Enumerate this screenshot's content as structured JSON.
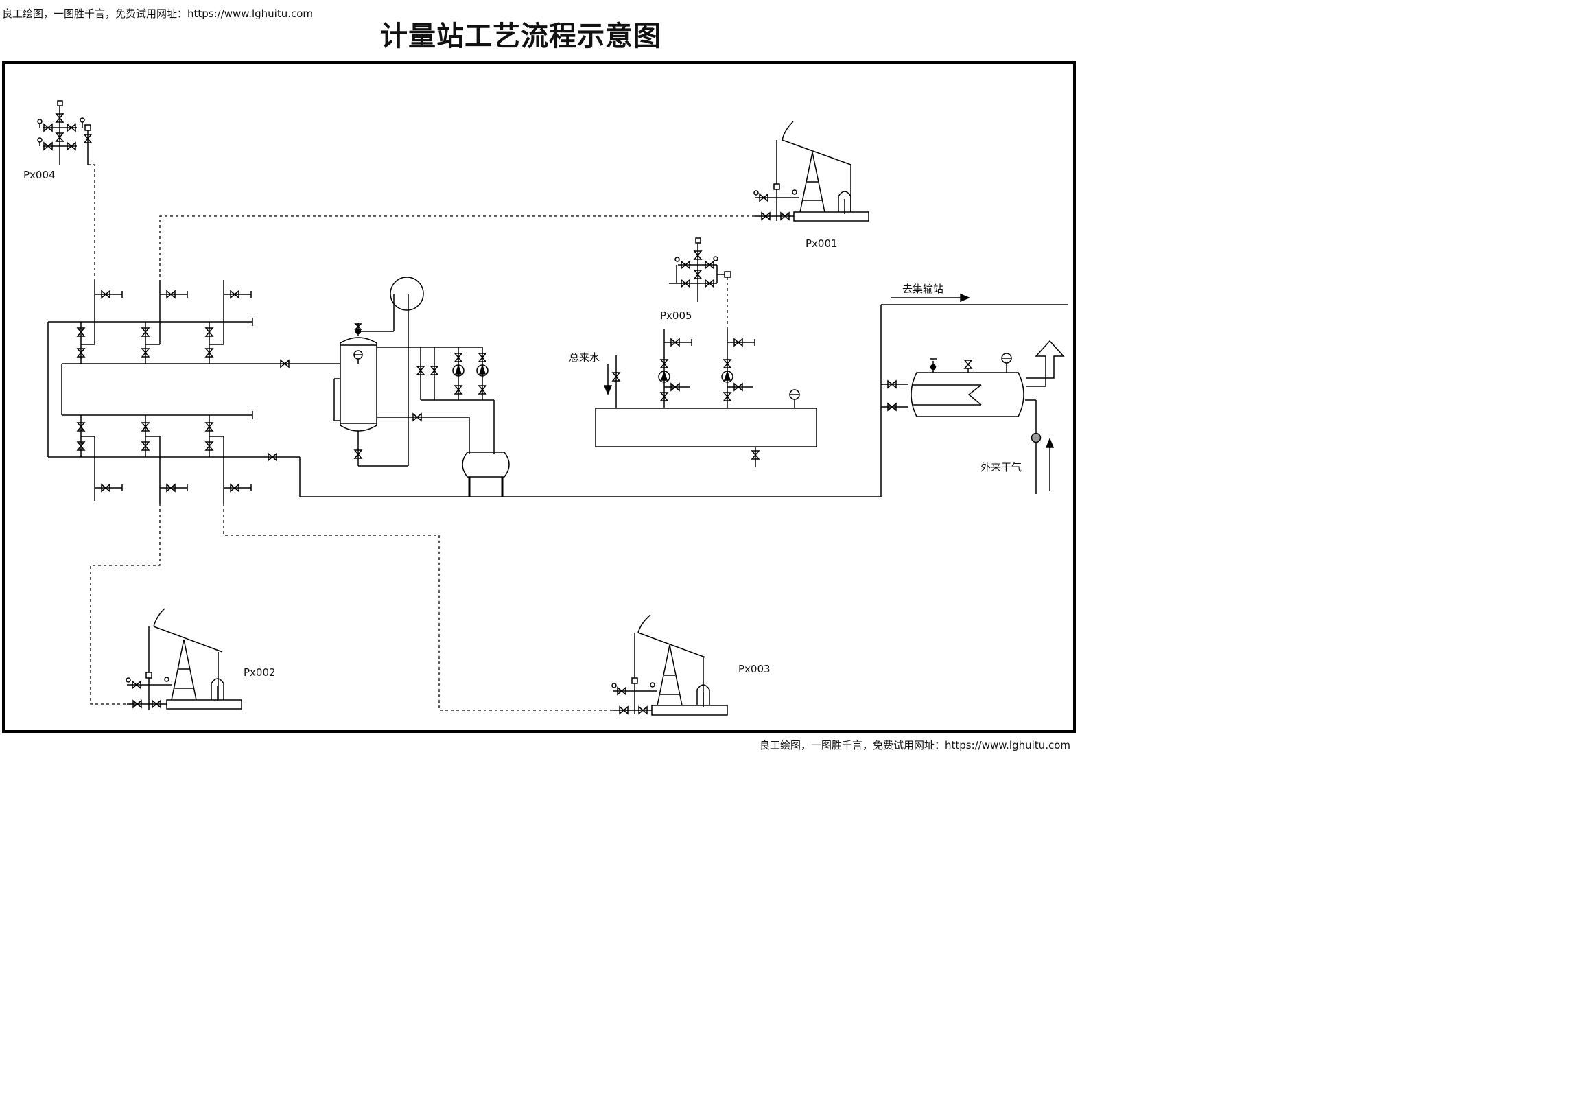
{
  "watermark_top": "良工绘图，一图胜千言，免费试用网址：https://www.lghuitu.com",
  "watermark_bottom": "良工绘图，一图胜千言，免费试用网址：https://www.lghuitu.com",
  "title": "计量站工艺流程示意图",
  "labels": {
    "px001": "Px001",
    "px002": "Px002",
    "px003": "Px003",
    "px004": "Px004",
    "px005": "Px005",
    "to_gathering": "去集输站",
    "water_in": "总来水",
    "gas_in": "外来干气"
  }
}
